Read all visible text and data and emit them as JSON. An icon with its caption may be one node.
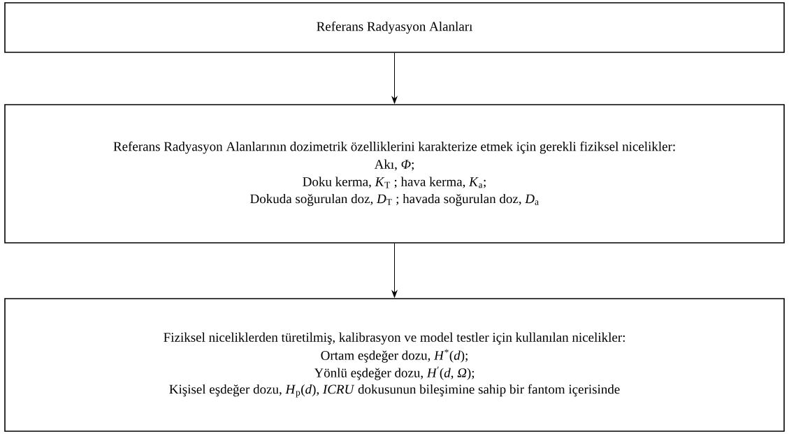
{
  "diagram": {
    "nodes": [
      {
        "text": [
          "Referans Radyasyon Alanları"
        ]
      },
      {
        "text": [
          "Referans Radyasyon Alanlarının dozimetrik özelliklerini karakterize etmek için gerekli fiziksel nicelikler:",
          "Akı, *Φ*;",
          "Doku kerma, *K*$_{T}$ ; hava kerma, *K*$_{a}$;",
          "Dokuda soğurulan doz, *D*$_{T}$ ; havada soğurulan doz, *D*$_{a}$"
        ]
      },
      {
        "text": [
          "Fiziksel niceliklerden türetilmiş, kalibrasyon ve model testler için kullanılan nicelikler:",
          "Ortam eşdeğer dozu, *H*$^{*}$(*d*);",
          "Yönlü eşdeğer dozu, *H*$^{′}$(*d*, *Ω*);",
          "Kişisel eşdeğer dozu, *H*$_{p}$(*d*), *ICRU* dokusunun bileşimine sahip bir fantom içerisinde"
        ]
      }
    ],
    "edges": [
      {
        "from": 0,
        "to": 1,
        "arrow": "to"
      },
      {
        "from": 1,
        "to": 2,
        "arrow": "to"
      }
    ]
  }
}
